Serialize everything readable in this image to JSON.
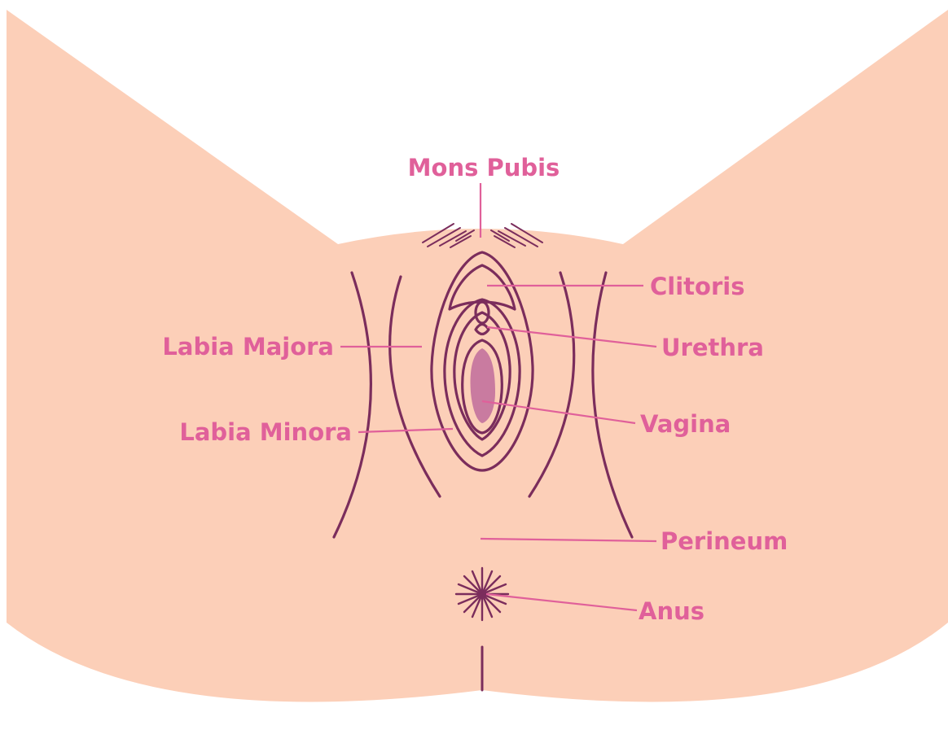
{
  "colors": {
    "background": "#ffffff",
    "skin": "#fccfb8",
    "outline": "#7b2d5c",
    "label": "#e0609a",
    "vagina_fill": "#c97ba0"
  },
  "labels": {
    "mons_pubis": "Mons Pubis",
    "clitoris": "Clitoris",
    "urethra": "Urethra",
    "vagina": "Vagina",
    "labia_majora": "Labia Majora",
    "labia_minora": "Labia Minora",
    "perineum": "Perineum",
    "anus": "Anus"
  }
}
